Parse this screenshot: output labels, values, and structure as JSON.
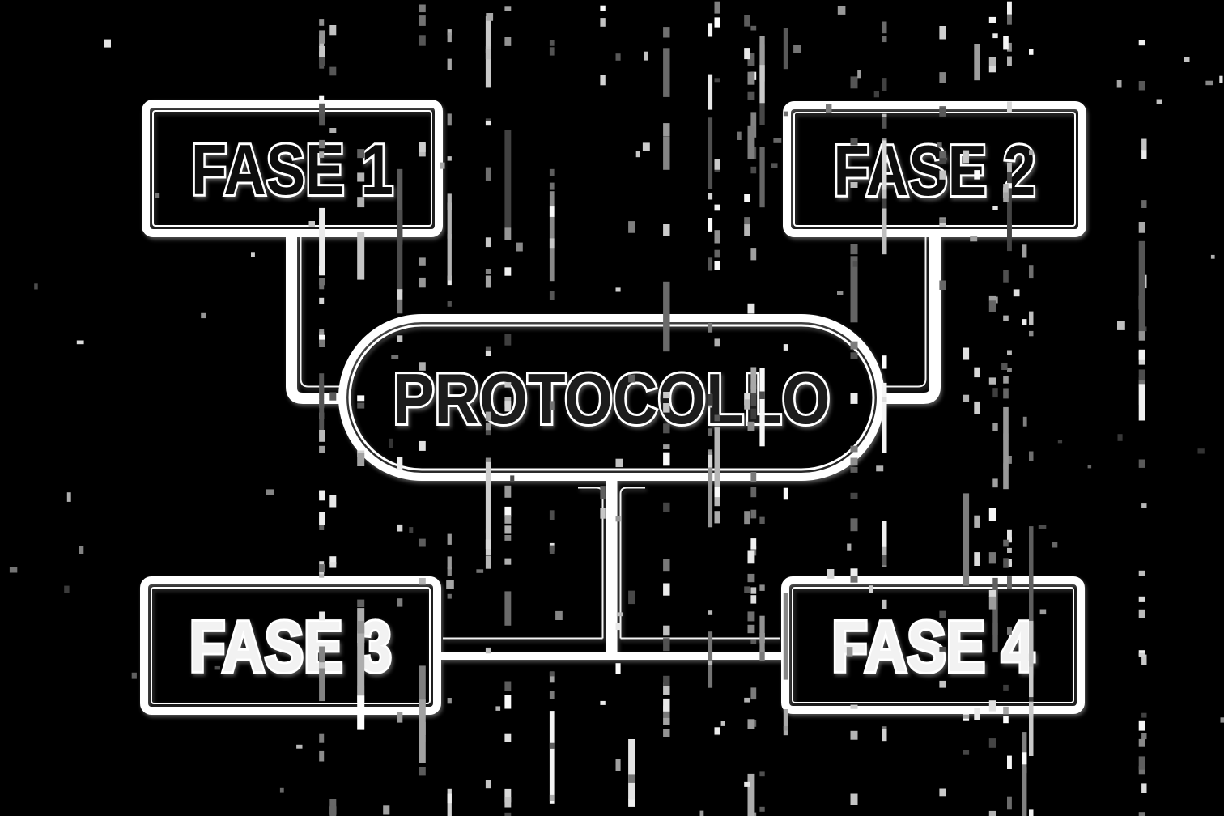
{
  "diagram": {
    "type": "flowchart",
    "background_color": "#000000",
    "stroke_color": "#ffffff",
    "shadow_color": "#9e9e9e",
    "center": {
      "id": "protocollo",
      "label": "PROTOCOLLO",
      "shape": "pill",
      "text_style": "outline"
    },
    "phases": [
      {
        "id": "fase-1",
        "label": "FASE 1",
        "shape": "rectangle",
        "position": "top-left",
        "text_style": "outline"
      },
      {
        "id": "fase-2",
        "label": "FASE 2",
        "shape": "rectangle",
        "position": "top-right",
        "text_style": "outline"
      },
      {
        "id": "fase-3",
        "label": "FASE 3",
        "shape": "rectangle",
        "position": "bottom-left",
        "text_style": "solid"
      },
      {
        "id": "fase-4",
        "label": "FASE 4",
        "shape": "rectangle",
        "position": "bottom-right",
        "text_style": "solid"
      }
    ],
    "connections": [
      {
        "from": "fase-1",
        "to": "protocollo"
      },
      {
        "from": "fase-2",
        "to": "protocollo"
      },
      {
        "from": "protocollo",
        "to": "fase-3"
      },
      {
        "from": "protocollo",
        "to": "fase-4"
      }
    ]
  }
}
